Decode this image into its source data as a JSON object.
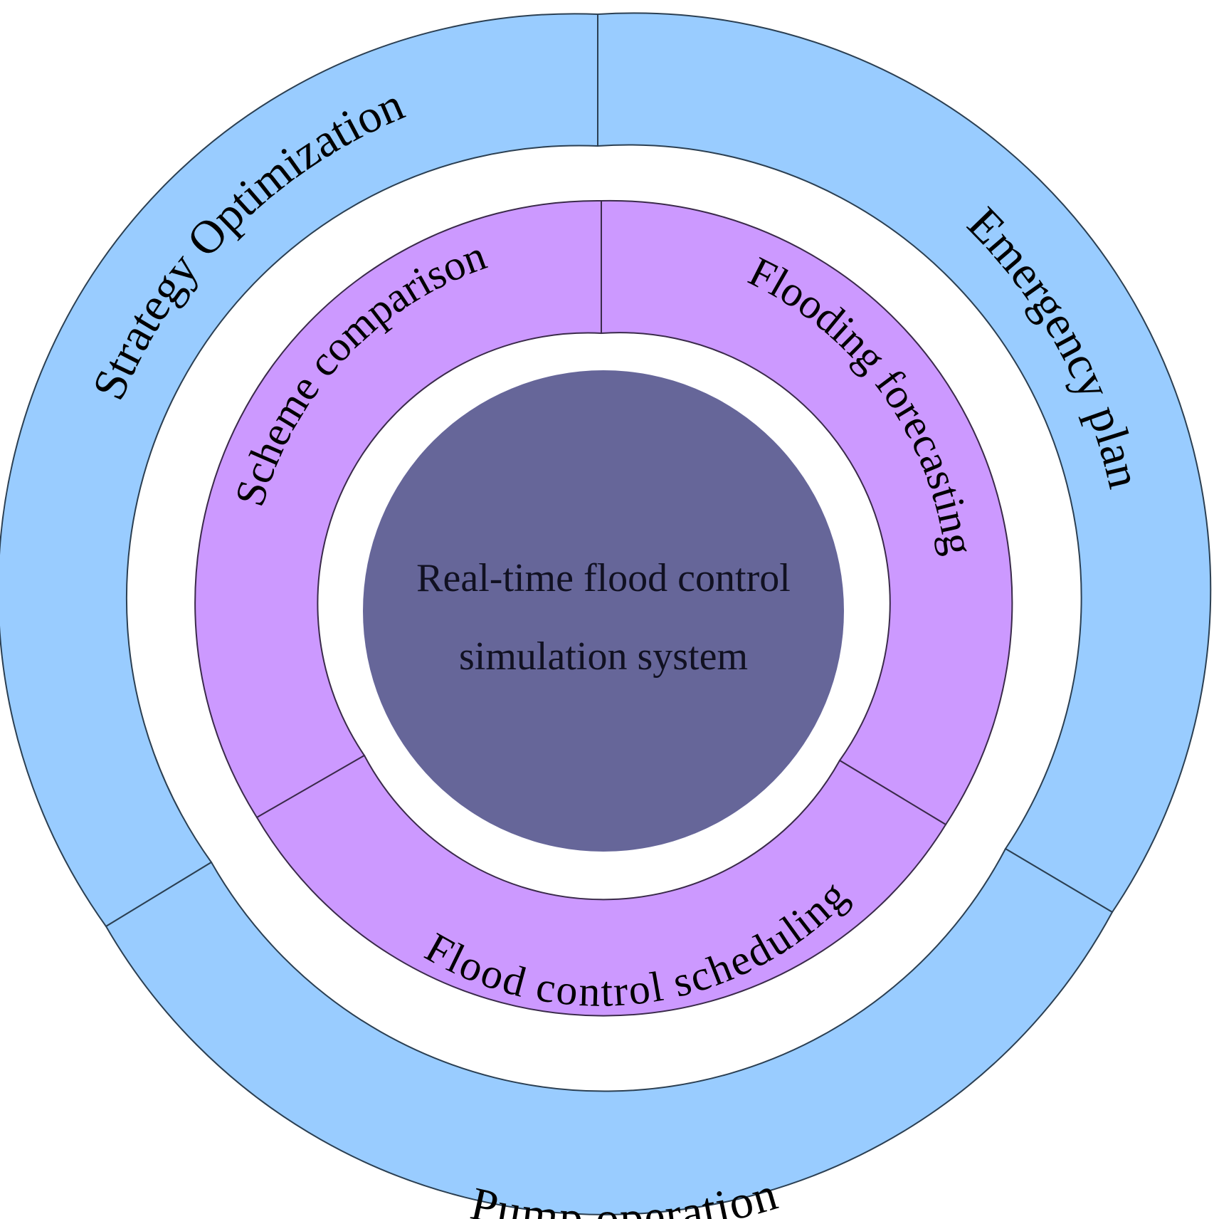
{
  "center": {
    "line1": "Real-time flood control",
    "line2": "simulation system"
  },
  "inner_ring": [
    {
      "label": "Scheme comparison"
    },
    {
      "label": "Flooding forecasting"
    },
    {
      "label": "Flood control scheduling"
    }
  ],
  "outer_ring": [
    {
      "label": "Strategy Optimization"
    },
    {
      "label": "Emergency plan"
    },
    {
      "label": "Pump operation"
    }
  ],
  "colors": {
    "outer_ring": "#99ccff",
    "inner_ring": "#cc99ff",
    "center": "#666699"
  }
}
